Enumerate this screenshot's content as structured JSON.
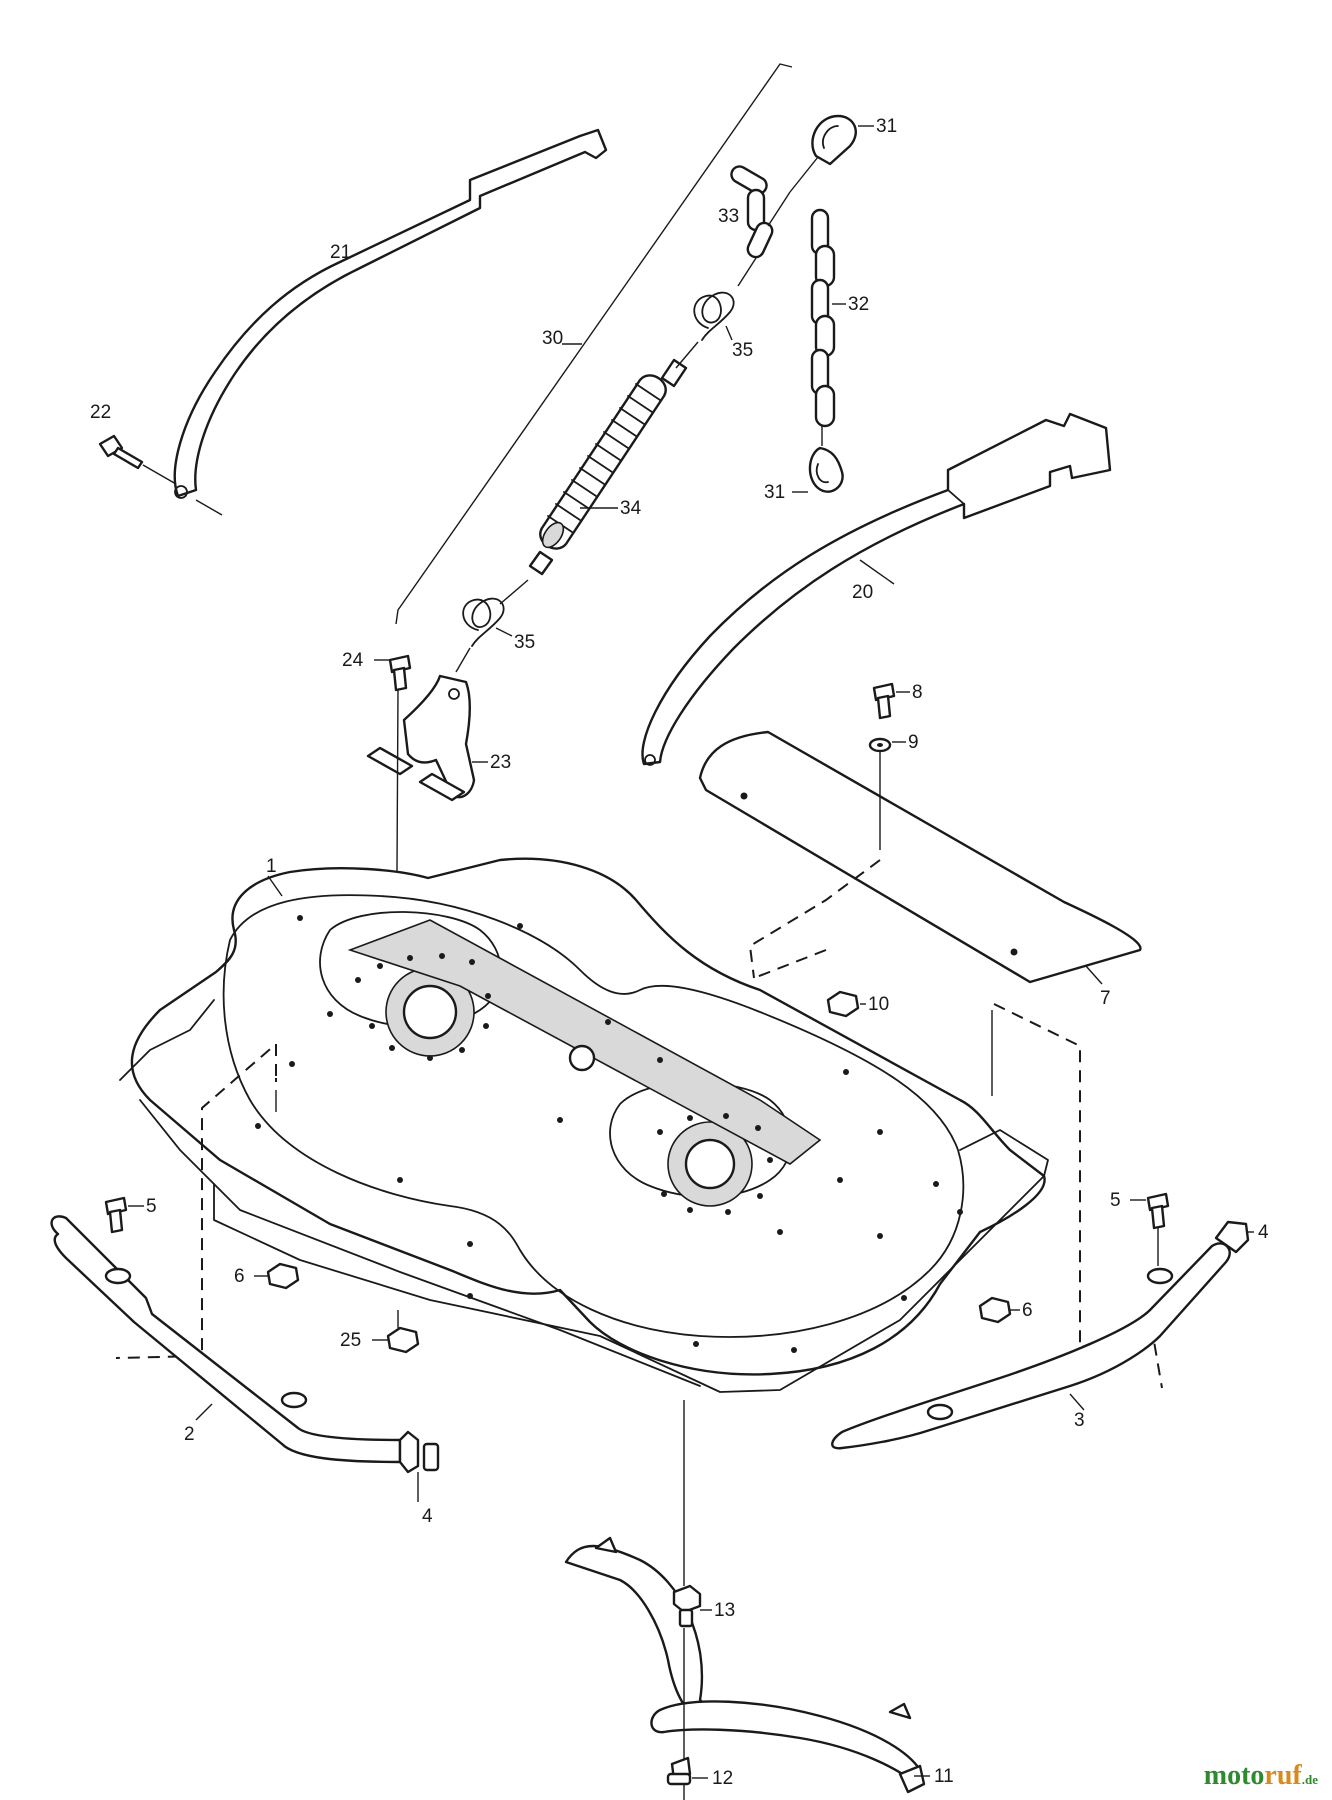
{
  "callouts": {
    "c1": "1",
    "c2": "2",
    "c3": "3",
    "c4a": "4",
    "c4b": "4",
    "c5a": "5",
    "c5b": "5",
    "c6a": "6",
    "c6b": "6",
    "c7": "7",
    "c8": "8",
    "c9": "9",
    "c10": "10",
    "c11": "11",
    "c12": "12",
    "c13": "13",
    "c20": "20",
    "c21": "21",
    "c22": "22",
    "c23": "23",
    "c24": "24",
    "c25": "25",
    "c30": "30",
    "c31a": "31",
    "c31b": "31",
    "c32": "32",
    "c33": "33",
    "c34": "34",
    "c35a": "35",
    "c35b": "35"
  },
  "watermark": {
    "part1": "moto",
    "part2": "ruf",
    "part3": ".de"
  },
  "colors": {
    "line": "#1a1a1a",
    "watermark_green": "#2f8a2f",
    "watermark_orange": "#d98a1f"
  }
}
